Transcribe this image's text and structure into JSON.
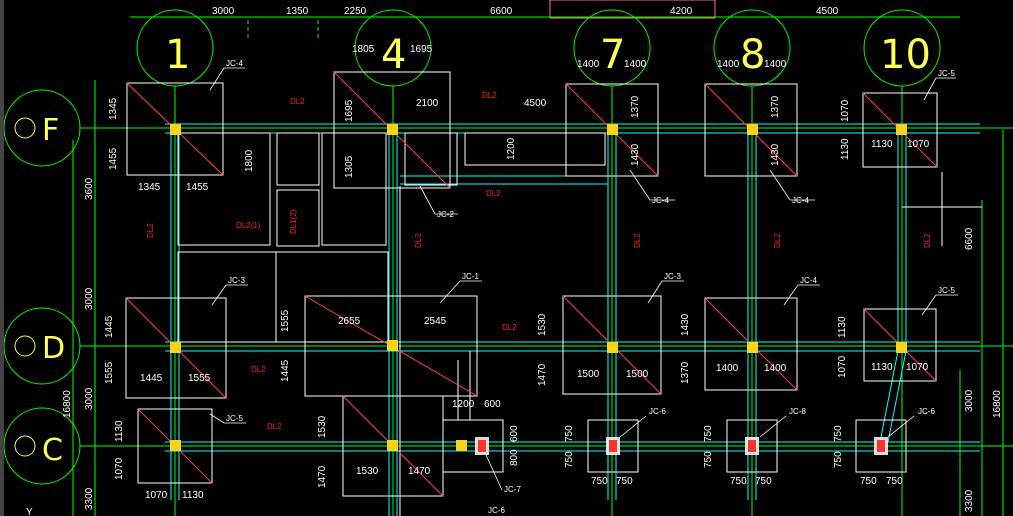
{
  "colors": {
    "background": "#000000",
    "wall": "#ffffff",
    "beam": "#00ffff",
    "dim": "#00ff00",
    "column": "#ffff00",
    "axis": "#00ff00",
    "red_label": "#ff2020",
    "diag": "#ff4040"
  },
  "axis_labels": {
    "a1": "1",
    "a4": "4",
    "a7": "7",
    "a8": "8",
    "a10": "10",
    "aF": "F",
    "aD": "D",
    "aC": "C"
  },
  "top_dims": {
    "d3000": "3000",
    "d1350": "1350",
    "d2250": "2250",
    "d6600": "6600",
    "d4200": "4200",
    "d4500": "4500"
  },
  "dims": {
    "f1_1345_v": "1345",
    "f1_1455_v": "1455",
    "f1_1345_h": "1345",
    "f1_1455_h": "1455",
    "f4_1805": "1805",
    "f4_1695": "1695",
    "f4_1695_v": "1695",
    "f4_1305_v": "1305",
    "m_2100": "2100",
    "m_4500": "4500",
    "m_1200_v": "1200",
    "m_1800_v": "1800",
    "f7_1400a": "1400",
    "f7_1400b": "1400",
    "f7_1370_v": "1370",
    "f7_1430_v": "1430",
    "f8_1400a": "1400",
    "f8_1400b": "1400",
    "f8_1370_v": "1370",
    "f8_1430_v": "1430",
    "f10_1070_v": "1070",
    "f10_1130_v": "1130",
    "f10_1130_h": "1130",
    "f10_1070_h": "1070",
    "left_3600": "3600",
    "left_3000": "3000",
    "left_3000b": "3000",
    "left_16800": "16800",
    "left_3300": "3300",
    "right_6600": "6600",
    "right_3000": "3000",
    "right_16800": "16800",
    "right_3300": "3300",
    "d1_1445_v": "1445",
    "d1_1555_v": "1555",
    "d1_1445_h": "1445",
    "d1_1555_h": "1555",
    "d4_1555_v": "1555",
    "d4_1445_v": "1445",
    "d4_2655": "2655",
    "d4_2545": "2545",
    "d7_1530_v": "1530",
    "d7_1470_v": "1470",
    "d7_1500a": "1500",
    "d7_1500b": "1500",
    "d8_1430_v": "1430",
    "d8_1370_v": "1370",
    "d8_1400a": "1400",
    "d8_1400b": "1400",
    "d10_1130_v": "1130",
    "d10_1070_v": "1070",
    "d10_1130_h": "1130",
    "d10_1070_h": "1070",
    "c1_1130_v": "1130",
    "c1_1070_v": "1070",
    "c1_1070_h": "1070",
    "c1_1130_h": "1130",
    "c4_1530_v": "1530",
    "c4_1470_v": "1470",
    "c4_1530_h": "1530",
    "c4_1470_h": "1470",
    "c5_1200": "1200",
    "c5_600": "600",
    "c5_600_v": "600",
    "c5_800_v": "800",
    "c7_750_v1": "750",
    "c7_750_v2": "750",
    "c7_750_h1": "750",
    "c7_750_h2": "750",
    "c8_750_v1": "750",
    "c8_750_v2": "750",
    "c8_750_h1": "750",
    "c8_750_h2": "750",
    "c10_750_v1": "750",
    "c10_750_v2": "750",
    "c10_750_h1": "750",
    "c10_750_h2": "750"
  },
  "footing_tags": {
    "jc4_f1": "JC-4",
    "jc4_f7": "JC-4",
    "jc4_f8": "JC-4",
    "jc5_f10": "JC-5",
    "jc2_f4": "JC-2",
    "jc3_d1": "JC-3",
    "jc1_d4": "JC-1",
    "jc3_d7": "JC-3",
    "jc4_d8": "JC-4",
    "jc5_d10": "JC-5",
    "jc5_c1": "JC-5",
    "jc7_c5": "JC-7",
    "jc6_c5": "JC-6",
    "jc6_c7": "JC-6",
    "jc8_c8": "JC-8",
    "jc6_c10": "JC-6"
  },
  "beam_tags": {
    "dl2_a": "DL2",
    "dl2_b": "DL2",
    "dl2_c": "DL2",
    "dl2_d": "DL2",
    "dl2_1": "DL2(1)",
    "dl1_2": "DL1(2)",
    "dl2_e": "DL2",
    "dl2_f": "DL2",
    "dl2_g": "DL2",
    "dl2_h": "DL2",
    "dl2_i": "DL2",
    "dl2_j": "DL2",
    "dl2_k": "DL2"
  },
  "corner_mark": "Y"
}
